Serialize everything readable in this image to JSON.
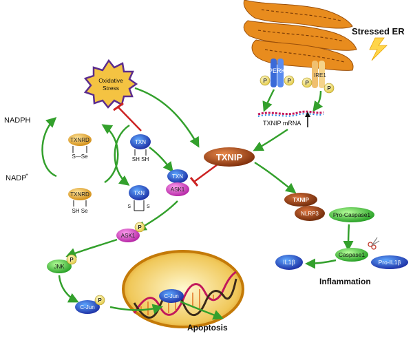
{
  "labels": {
    "stressed_er": "Stressed ER",
    "perk": "PERK",
    "ire1": "IRE1",
    "phospho": "P",
    "txnip_mrna": "TXNIP mRNA",
    "oxidative_line1": "Oxidative",
    "oxidative_line2": "Stress",
    "nadph": "NADPH",
    "nadp": "NADP",
    "nadp_sup": "+",
    "txnrd": "TXNRD",
    "s_se": "S—Se",
    "sh_se": "SH Se",
    "txn": "TXN",
    "sh_sh": "SH SH",
    "s_s": "S",
    "ask1": "ASK1",
    "txnip": "TXNIP",
    "nlrp3": "NLRP3",
    "pro_caspase1": "Pro-Caspase1",
    "caspase1": "Caspase1",
    "pro_il1b": "Pro-IL1β",
    "il1b": "IL1β",
    "inflammation": "Inflammation",
    "jnk": "JNK",
    "c_jun": "C-Jun",
    "apoptosis": "Apoptosis"
  },
  "colors": {
    "arrow": "#33a02c",
    "inhibit": "#cc2222",
    "txnip": "#b8501a",
    "txn": "#2b4fd6",
    "ask1": "#e040d0",
    "green_node": "#39d13a",
    "phospho": "#f5e37a",
    "er": "#e88c1e",
    "nucleus": "#e9a020"
  }
}
